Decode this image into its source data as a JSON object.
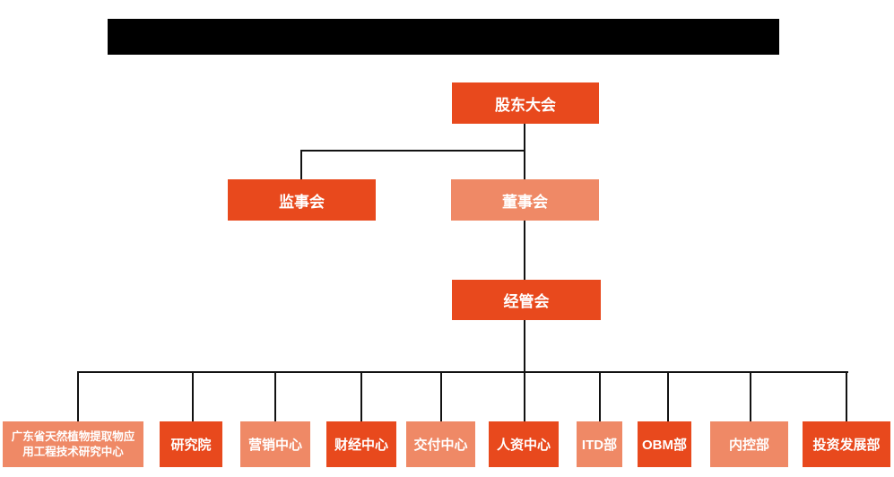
{
  "colors": {
    "node_dark": "#E8491D",
    "node_light": "#EF8966",
    "connector": "#121212",
    "redaction": "#000000",
    "node_text": "#FFFFFF"
  },
  "org_chart": {
    "root": {
      "label": "股东大会",
      "variant": "dark"
    },
    "level2": [
      {
        "label": "监事会",
        "variant": "dark"
      },
      {
        "label": "董事会",
        "variant": "light"
      }
    ],
    "level3": {
      "label": "经管会",
      "variant": "dark"
    },
    "leaves": [
      {
        "label": "广东省天然植物提取物应\n用工程技术研究中心",
        "variant": "light"
      },
      {
        "label": "研究院",
        "variant": "dark"
      },
      {
        "label": "营销中心",
        "variant": "light"
      },
      {
        "label": "财经中心",
        "variant": "dark"
      },
      {
        "label": "交付中心",
        "variant": "light"
      },
      {
        "label": "人资中心",
        "variant": "dark"
      },
      {
        "label": "ITD部",
        "variant": "light"
      },
      {
        "label": "OBM部",
        "variant": "dark"
      },
      {
        "label": "内控部",
        "variant": "light"
      },
      {
        "label": "投资发展部",
        "variant": "dark"
      }
    ]
  }
}
